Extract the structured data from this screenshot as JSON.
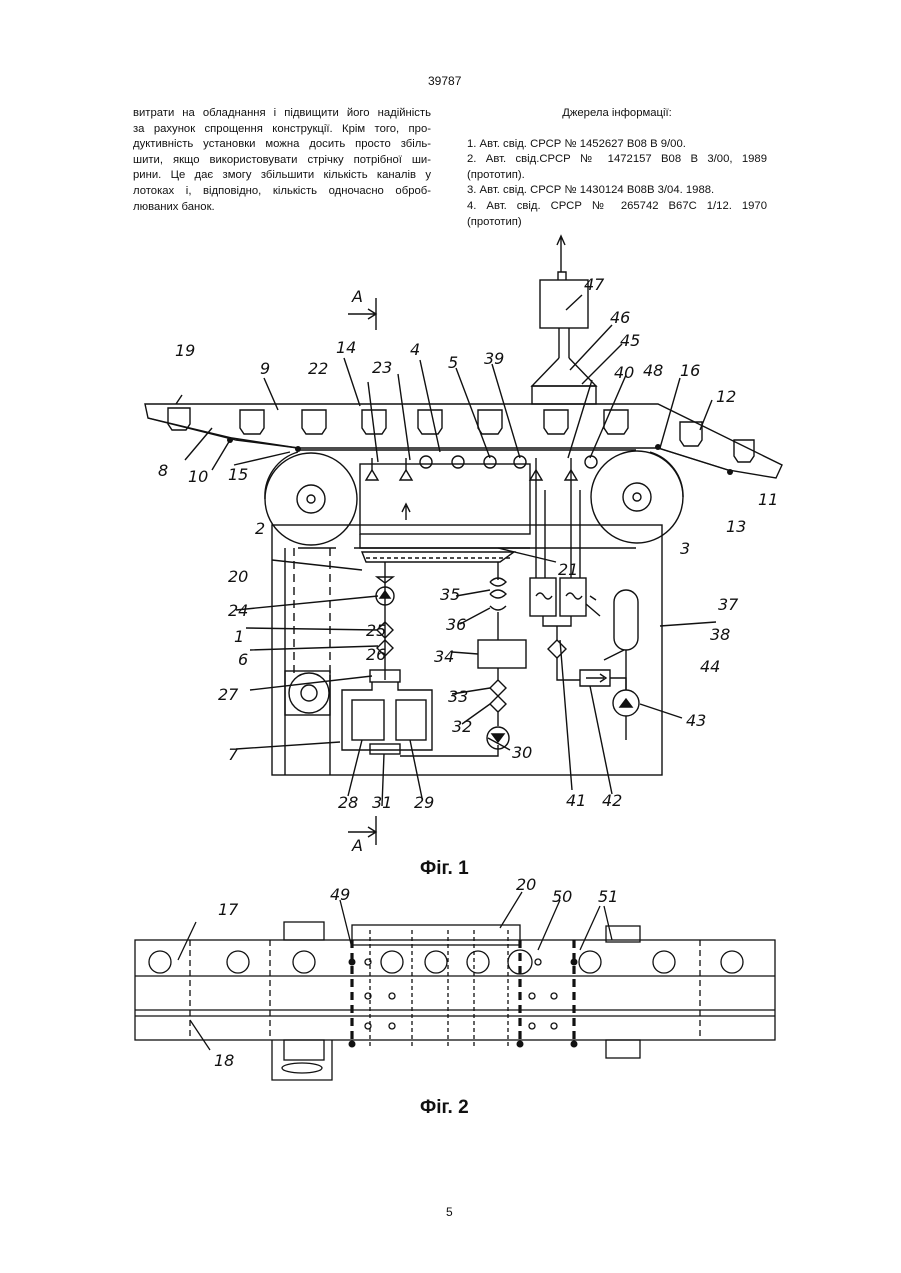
{
  "header": {
    "page_code": "39787"
  },
  "left_column": {
    "lines": [
      "витрати на обладнання і підвищити його надійність",
      "за рахунок спрощення конструкції. Крім того, про-",
      "дуктивність установки можна досить просто збіль-",
      "шити, якщо використовувати стрічку потрібної ши-",
      "рини. Це дає змогу збільшити кількість каналів у",
      "лотоках і, відповідно, кількість одночасно оброб-",
      "люваних банок."
    ]
  },
  "right_column": {
    "heading": "Джерела інформації:",
    "refs": [
      [
        "1. Авт. свід. СРСР № 1452627 В08 В 9/00."
      ],
      [
        "2. Авт. свід.СРСР № 1472157 В08 В 3/00, 1989",
        "(прототип)."
      ],
      [
        "3. Авт. свід. СРСР № 1430124 В08В 3/04. 1988."
      ],
      [
        "4. Авт. свід. СРСР № 265742 В67С 1/12. 1970",
        "(прототип)"
      ]
    ]
  },
  "figure1": {
    "caption": "Фіг. 1",
    "section_label_top": "А",
    "section_label_bottom": "А",
    "labels": {
      "l1": "1",
      "l2": "2",
      "l3": "3",
      "l4": "4",
      "l5": "5",
      "l6": "6",
      "l7": "7",
      "l8": "8",
      "l9": "9",
      "l10": "10",
      "l11": "11",
      "l12": "12",
      "l13": "13",
      "l14": "14",
      "l15": "15",
      "l16": "16",
      "l19": "19",
      "l20": "20",
      "l21": "21",
      "l22": "22",
      "l23": "23",
      "l24": "24",
      "l25": "25",
      "l26": "26",
      "l27": "27",
      "l28": "28",
      "l29": "29",
      "l30": "30",
      "l31": "31",
      "l32": "32",
      "l33": "33",
      "l34": "34",
      "l35": "35",
      "l36": "36",
      "l37": "37",
      "l38": "38",
      "l39": "39",
      "l40": "40",
      "l41": "41",
      "l42": "42",
      "l43": "43",
      "l44": "44",
      "l45": "45",
      "l46": "46",
      "l47": "47",
      "l48": "48"
    }
  },
  "figure2": {
    "caption": "Фіг. 2",
    "labels": {
      "l17": "17",
      "l18": "18",
      "l20": "20",
      "l49": "49",
      "l50": "50",
      "l51": "51"
    }
  },
  "footer": {
    "page_number": "5"
  }
}
